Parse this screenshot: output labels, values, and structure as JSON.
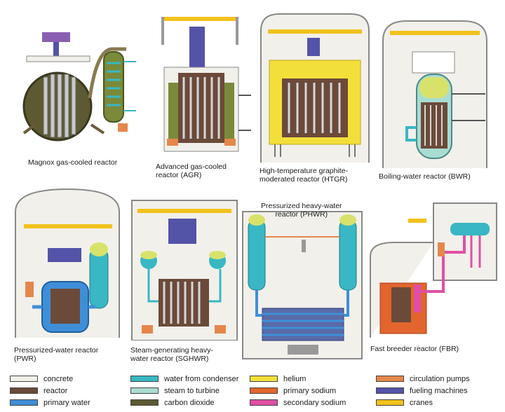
{
  "reactors": {
    "magnox": "Magnox gas-cooled reactor",
    "agr": "Advanced gas-cooled\nreactor (AGR)",
    "htgr": "High-temperature graphite-\nmoderated reactor (HTGR)",
    "bwr": "Boiling-water reactor (BWR)",
    "pwr": "Pressurized-water reactor\n(PWR)",
    "sghwr": "Steam-generating heavy-\nwater reactor (SGHWR)",
    "phwr": "Pressurized heavy-water\nreactor (PHWR)",
    "fbr": "Fast breeder reactor (FBR)"
  },
  "legend": [
    {
      "label": "concrete",
      "color": "#f2f0ea"
    },
    {
      "label": "reactor",
      "color": "#6b4a3a"
    },
    {
      "label": "primary water",
      "color": "#3f8fd8"
    },
    {
      "label": "water from condenser",
      "color": "#39b7c4"
    },
    {
      "label": "steam to turbine",
      "color": "#a9dcd2"
    },
    {
      "label": "carbon dioxide",
      "color": "#5d5a33"
    },
    {
      "label": "helium",
      "color": "#f3df3a"
    },
    {
      "label": "primary sodium",
      "color": "#e2652e"
    },
    {
      "label": "secondary sodium",
      "color": "#e04fa5"
    },
    {
      "label": "circulation pumps",
      "color": "#e5874b"
    },
    {
      "label": "fueling machines",
      "color": "#5353a8"
    },
    {
      "label": "cranes",
      "color": "#f1c21c"
    }
  ]
}
